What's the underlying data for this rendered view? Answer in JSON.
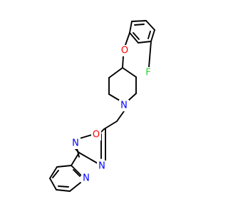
{
  "colors": {
    "bond": "#000000",
    "carbon": "#000000",
    "oxygen": "#ff0000",
    "nitrogen": "#0000ff",
    "fluorine": "#33cc33"
  },
  "atoms": {
    "fluorine": "F",
    "ether_oxygen": "O",
    "piperidine_nitrogen": "N",
    "oxadiazole_oxygen": "O",
    "oxadiazole_n2": "N",
    "oxadiazole_n4": "N",
    "pyridine_nitrogen": "N"
  }
}
